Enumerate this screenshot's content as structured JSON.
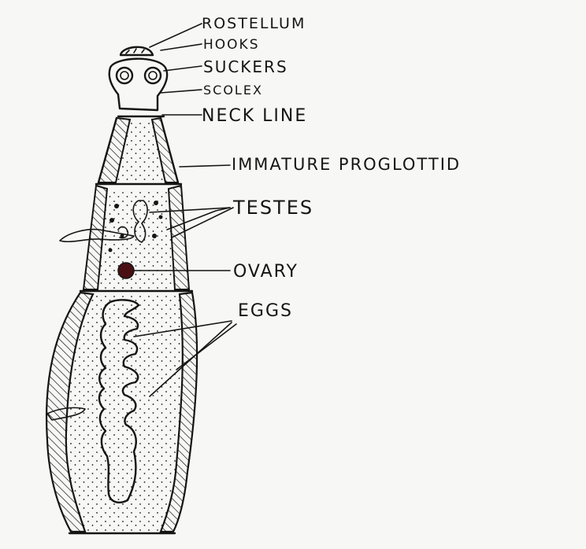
{
  "labels": {
    "rostellum": "ROSTELLUM",
    "hooks": "HOOKS",
    "suckers": "SUCKERS",
    "scolex": "SCOLEX",
    "neck_line": "NECK LINE",
    "immature_proglottid": "IMMATURE PROGLOTTID",
    "testes": "TESTES",
    "ovary": "OVARY",
    "eggs": "EGGS"
  },
  "colors": {
    "ink": "#151515",
    "paper": "#f7f7f5",
    "ovary_fill": "#4a0f12"
  }
}
